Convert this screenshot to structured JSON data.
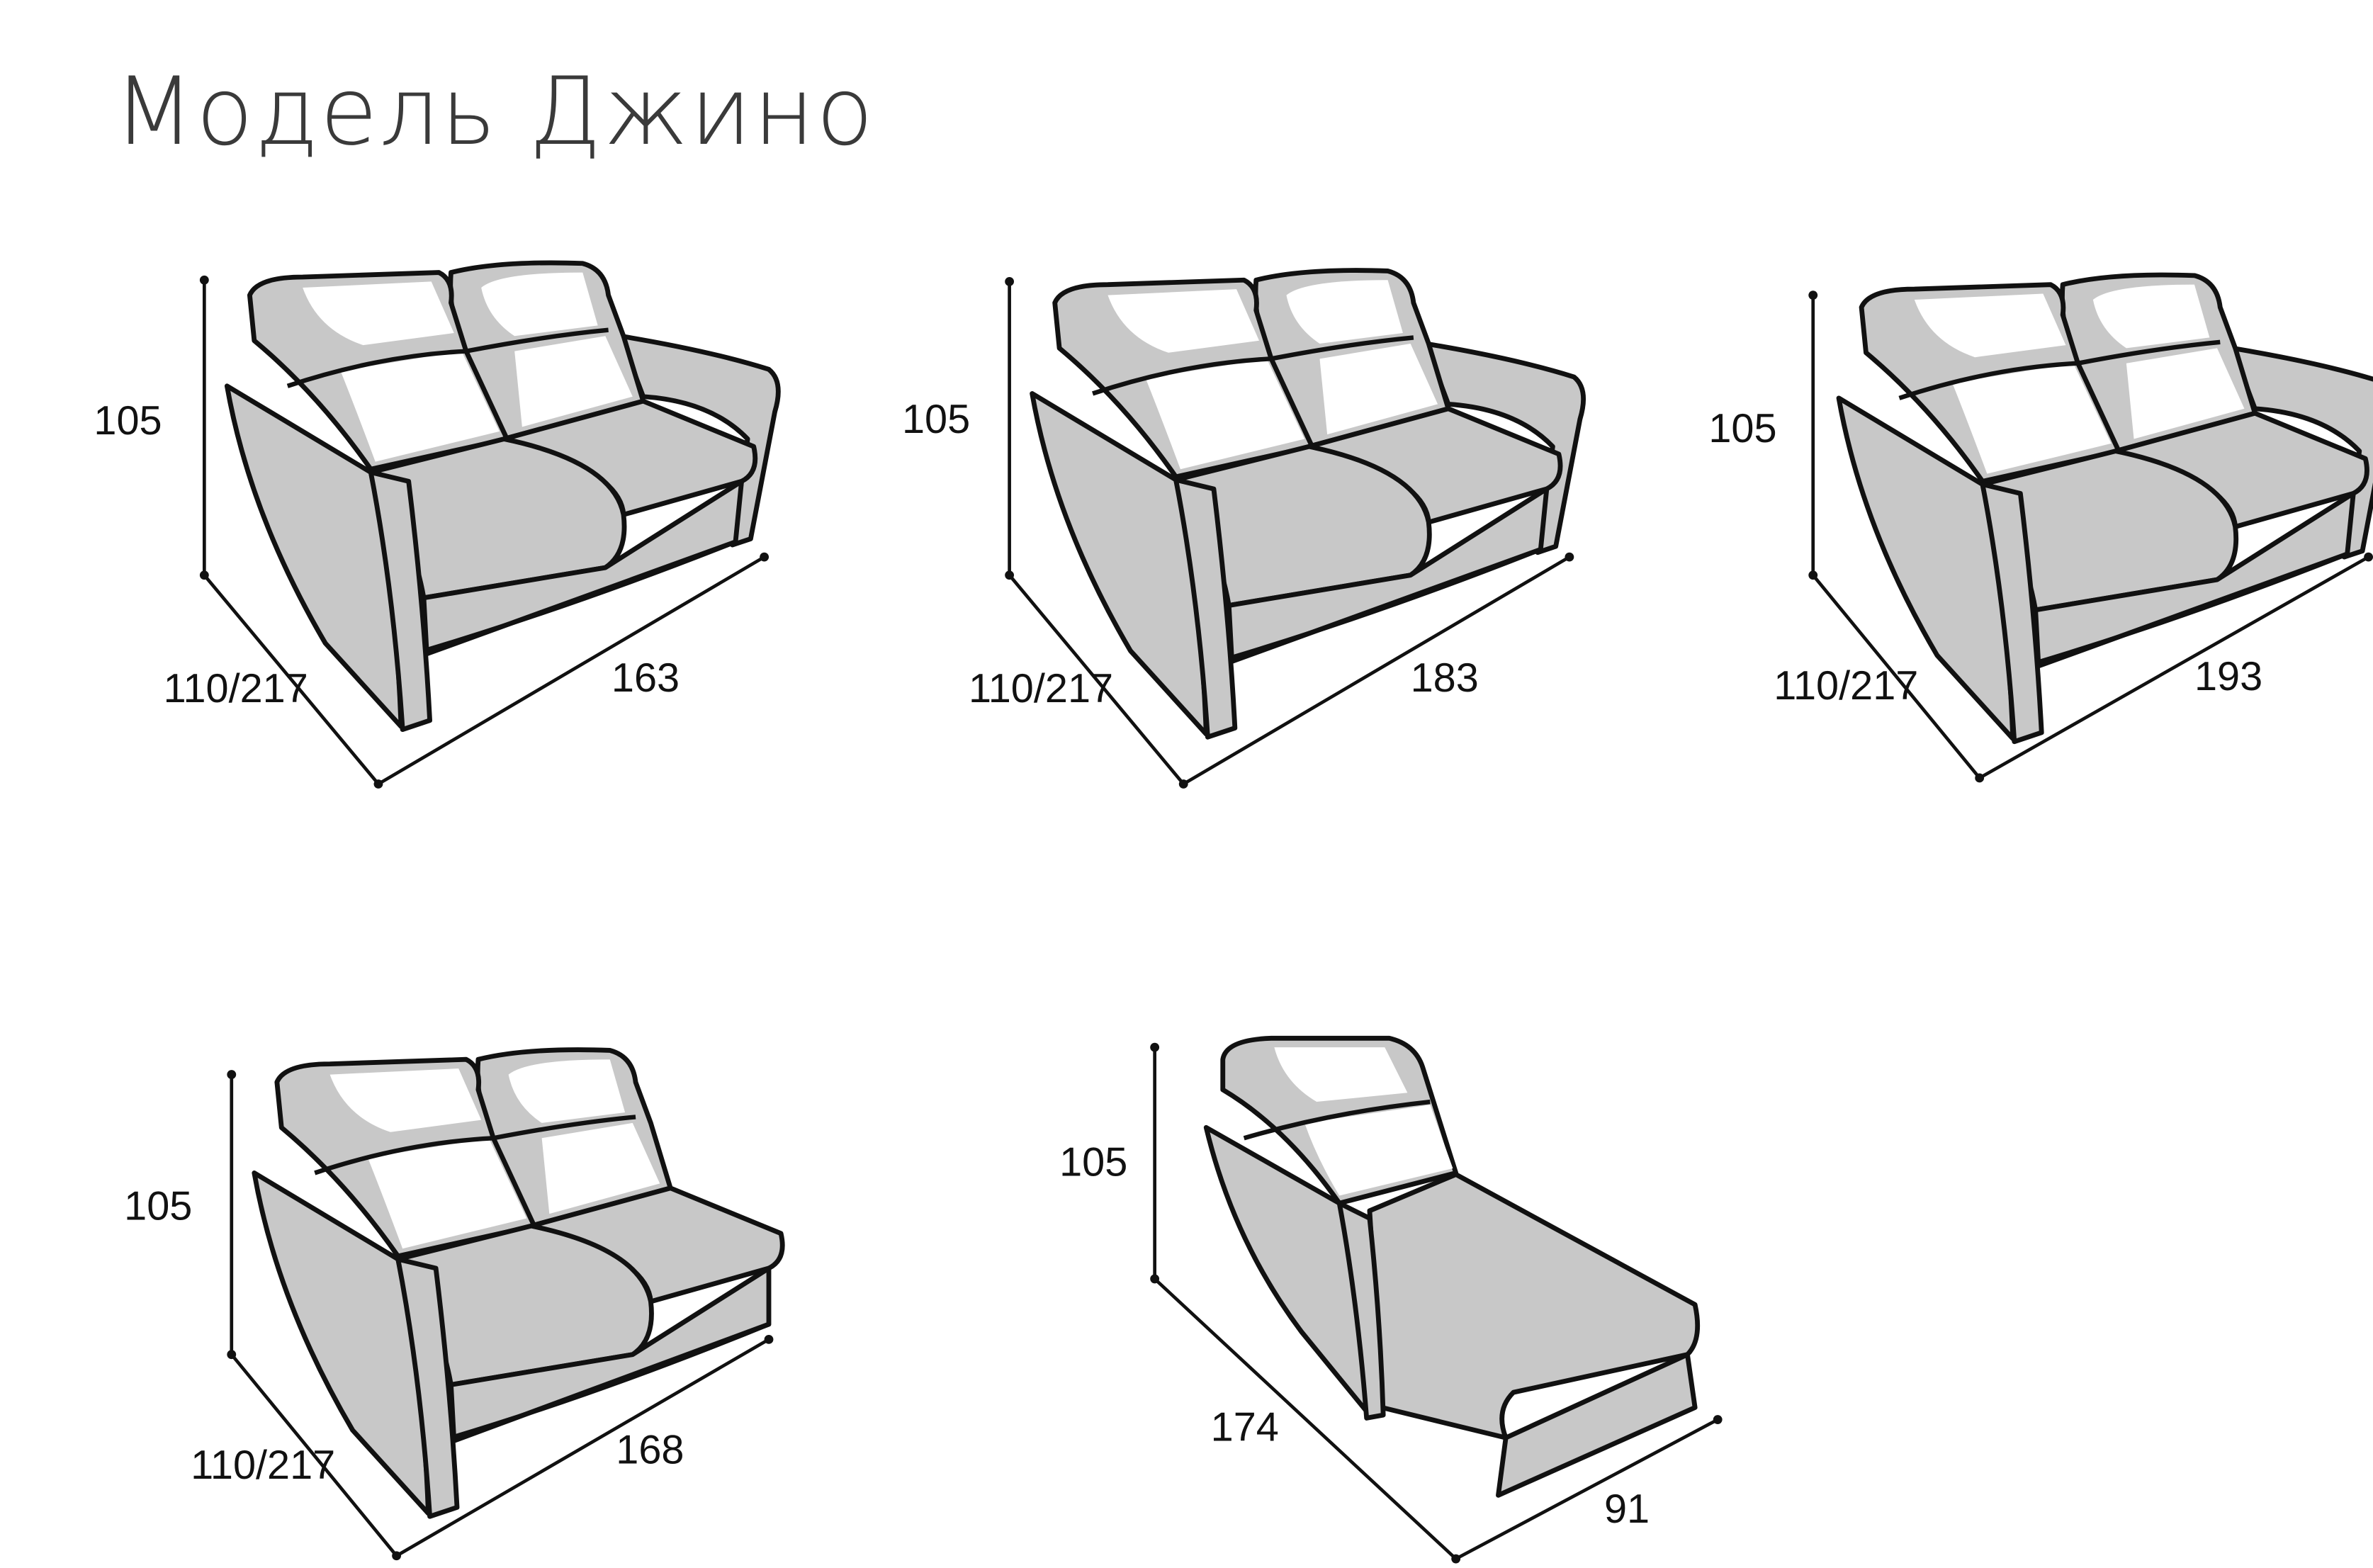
{
  "title": "Модель Джино",
  "colors": {
    "upholstery": "#c8c8c8",
    "outline": "#111111",
    "highlight": "#ffffff"
  },
  "models": [
    {
      "type": "sofa",
      "height": "105",
      "depth": "110/217",
      "width": "163"
    },
    {
      "type": "sofa",
      "height": "105",
      "depth": "110/217",
      "width": "183"
    },
    {
      "type": "sofa",
      "height": "105",
      "depth": "110/217",
      "width": "193"
    },
    {
      "type": "sofa-one-arm",
      "height": "105",
      "depth": "110/217",
      "width": "168"
    },
    {
      "type": "chaise",
      "height": "105",
      "depth": "174",
      "width": "91"
    }
  ]
}
